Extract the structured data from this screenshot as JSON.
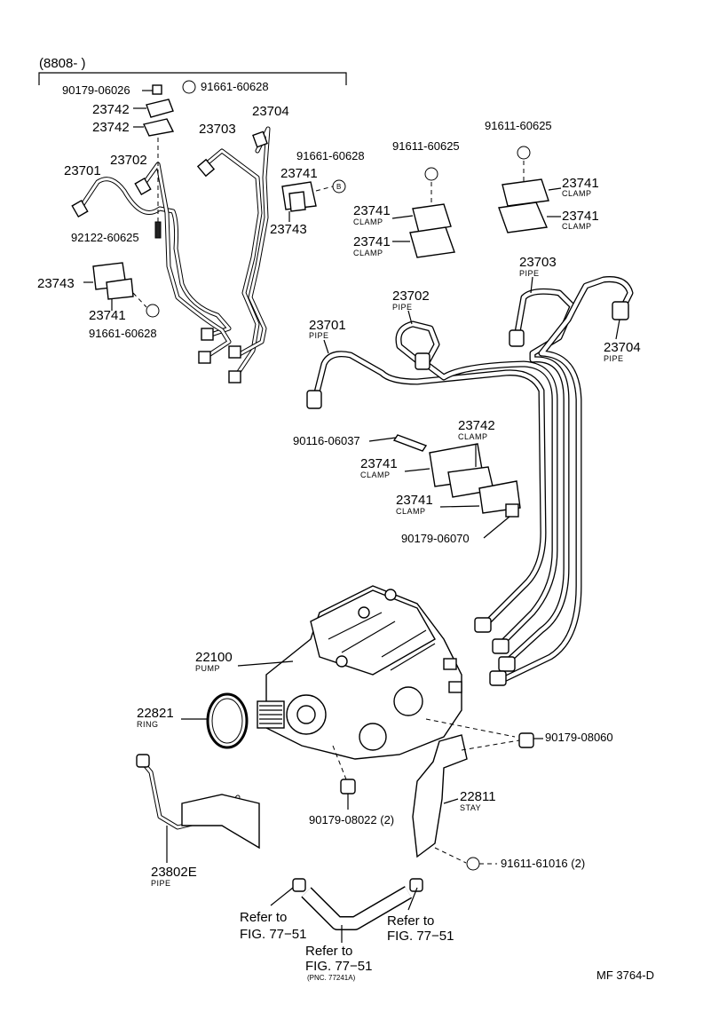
{
  "header": {
    "date_range": "(8808-        )"
  },
  "footer": {
    "figure_code": "MF 3764-D"
  },
  "upper_left": {
    "labels": [
      "90179-06026",
      "91661-60628",
      "23742",
      "23742",
      "23703",
      "23704",
      "23701",
      "23702",
      "91661-60628",
      "23741",
      "23743",
      "92122-60625",
      "23743",
      "23741",
      "91661-60628"
    ],
    "bolt_marker": "B"
  },
  "upper_right": {
    "p1": "91611-60625",
    "p2": "91611-60625",
    "clamp_a1": "23741",
    "clamp_a1_sub": "CLAMP",
    "clamp_a2": "23741",
    "clamp_a2_sub": "CLAMP",
    "clamp_b1": "23741",
    "clamp_b1_sub": "CLAMP",
    "clamp_b2": "23741",
    "clamp_b2_sub": "CLAMP"
  },
  "pipes": {
    "p23703": "23703",
    "p23703_sub": "PIPE",
    "p23702": "23702",
    "p23702_sub": "PIPE",
    "p23701": "23701",
    "p23701_sub": "PIPE",
    "p23704": "23704",
    "p23704_sub": "PIPE"
  },
  "middle": {
    "stud": "90116-06037",
    "c23742": "23742",
    "c23742_sub": "CLAMP",
    "c23741a": "23741",
    "c23741a_sub": "CLAMP",
    "c23741b": "23741",
    "c23741b_sub": "CLAMP",
    "nut": "90179-06070"
  },
  "pump": {
    "pump_no": "22100",
    "pump_sub": "PUMP",
    "ring_no": "22821",
    "ring_sub": "RING",
    "nut_right": "90179-08060",
    "stay_no": "22811",
    "stay_sub": "STAY",
    "nut_bottom": "90179-08022 (2)",
    "bolt_bottom": "91611-61016 (2)",
    "pipe_no": "23802E",
    "pipe_sub": "PIPE"
  },
  "refs": {
    "ref_left": [
      "Refer to",
      "FIG. 77−51"
    ],
    "ref_right": [
      "Refer to",
      "FIG. 77−51"
    ],
    "ref_bottom": [
      "Refer to",
      "FIG. 77−51",
      "(PNC. 77241A)"
    ]
  }
}
